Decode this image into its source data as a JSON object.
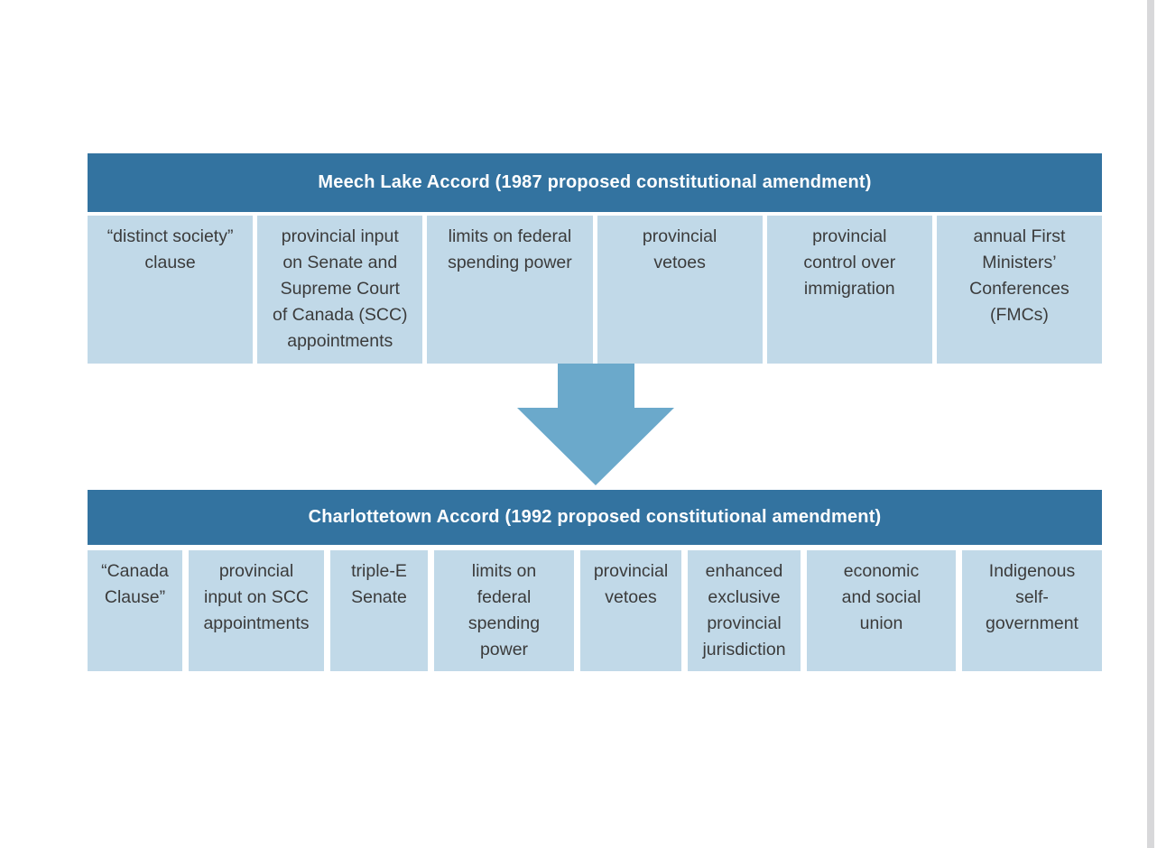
{
  "figure": {
    "meech": {
      "title": "Meech Lake Accord (1987 proposed constitutional amendment)",
      "items": [
        "“distinct society”\nclause",
        "provincial input\non Senate and\nSupreme Court\nof Canada (SCC)\nappointments",
        "limits on federal\nspending power",
        "provincial\nvetoes",
        "provincial\ncontrol over\nimmigration",
        "annual First\nMinisters’\nConferences\n(FMCs)"
      ]
    },
    "charlottetown": {
      "title": "Charlottetown Accord (1992 proposed constitutional amendment)",
      "items": [
        "“Canada\nClause”",
        "provincial\ninput on SCC\nappointments",
        "triple-E\nSenate",
        "limits on\nfederal\nspending\npower",
        "provincial\nvetoes",
        "enhanced\nexclusive\nprovincial\njurisdiction",
        "economic\nand social\nunion",
        "Indigenous\nself-\ngovernment"
      ]
    }
  },
  "icons": {
    "down_arrow": "down-arrow"
  },
  "colors": {
    "header_bg": "#3373a0",
    "header_text": "#ffffff",
    "cell_bg": "#c1d9e8",
    "cell_text": "#3b3b3b",
    "arrow": "#6ba9cb",
    "page_edge": "#d8d8da"
  }
}
